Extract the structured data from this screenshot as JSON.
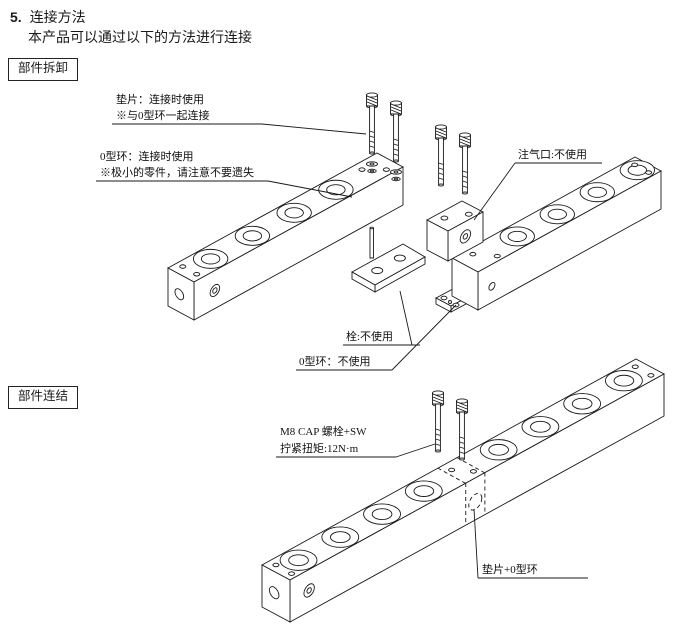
{
  "header": {
    "section_number": "5.",
    "title": "连接方法",
    "subtitle": "本产品可以通过以下的方法进行连接"
  },
  "sections": {
    "disassembly": "部件拆卸",
    "assembly": "部件连结"
  },
  "callouts": {
    "gasket_title": "垫片：连接时使用",
    "gasket_note": "※与0型环一起连接",
    "oring_title": "0型环：连接时使用",
    "oring_note": "※极小的零件，请注意不要遗失",
    "air_port": "注气口:不使用",
    "plug": "栓:不使用",
    "oring_unused": "0型环：不使用",
    "bolt_spec": "M8 CAP 螺栓+SW",
    "torque": "拧紧扭矩:12N·m",
    "gasket_oring": "垫片+0型环"
  },
  "colors": {
    "ink": "#1a1a1a",
    "background": "#ffffff"
  }
}
